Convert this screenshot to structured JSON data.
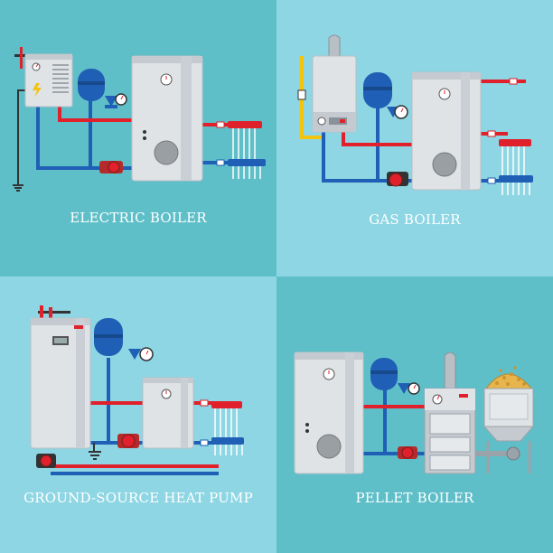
{
  "panels": [
    {
      "id": "electric",
      "caption": "ELECTRIC BOILER",
      "background": "#5fbfc9"
    },
    {
      "id": "gas",
      "caption": "GAS BOILER",
      "background": "#8ed6e3"
    },
    {
      "id": "ground",
      "caption": "GROUND-SOURCE HEAT PUMP",
      "background": "#8ed6e3"
    },
    {
      "id": "pellet",
      "caption": "PELLET BOILER",
      "background": "#5fbfc9"
    }
  ],
  "colors": {
    "hot_pipe": "#e0202a",
    "cold_pipe": "#1f5fb5",
    "gas_pipe": "#f2c40f",
    "tank_body": "#dfe3e6",
    "tank_shade": "#c4cacf",
    "expansion_vessel": "#1f5fb5",
    "pellets": "#e8b54c",
    "ground_wire": "#333333"
  }
}
